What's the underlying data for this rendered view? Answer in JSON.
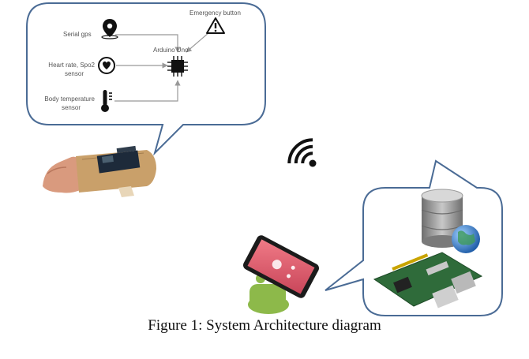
{
  "diagram": {
    "nodes": {
      "serial_gps": "Serial gps",
      "heart_rate_line1": "Heart rate, Spo2",
      "heart_rate_line2": "sensor",
      "body_temp_line1": "Body temperature",
      "body_temp_line2": "sensor",
      "emergency_button": "Emergency button",
      "arduino": "Arduino Uno"
    },
    "caption": "Figure 1: System Architecture diagram"
  },
  "colors": {
    "bubble_border": "#4a6b95",
    "arrow": "#999999",
    "icon": "#111111",
    "wood": "#c9a06a",
    "skin": "#d99a7e",
    "phone_screen": "#e25d6e",
    "android_green": "#8db94a",
    "pi_board": "#2f6b3a",
    "db_gray": "#8c8c8c",
    "globe_blue": "#2f78c4"
  },
  "icons": [
    "map-pin-icon",
    "heart-icon",
    "thermometer-icon",
    "warning-icon",
    "chip-icon",
    "wifi-icon",
    "database-icon",
    "globe-icon"
  ]
}
